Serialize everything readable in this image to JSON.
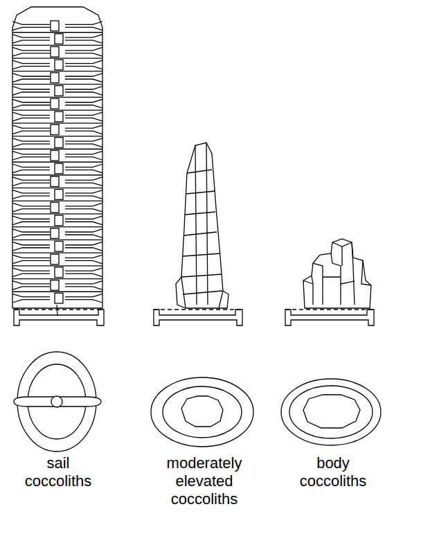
{
  "diagram": {
    "labels": [
      "sail coccoliths",
      "moderately elevated coccoliths",
      "body coccoliths"
    ]
  }
}
